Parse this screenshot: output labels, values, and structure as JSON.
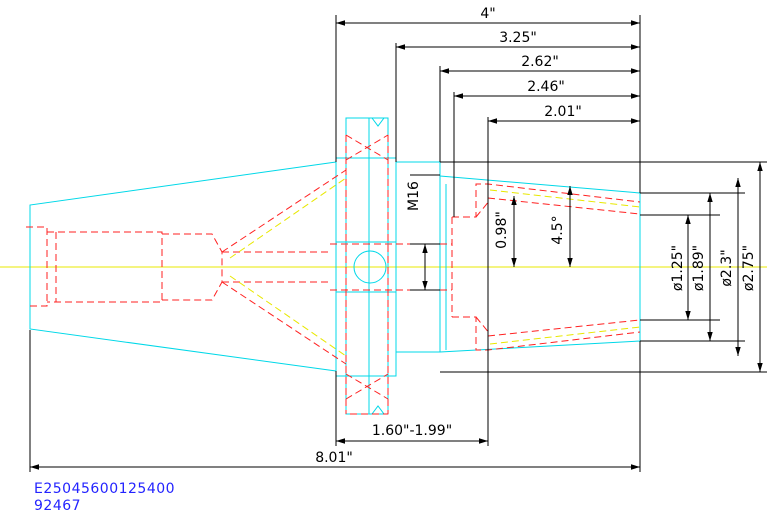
{
  "colors": {
    "outline": "#00d8e8",
    "hidden": "#ff2020",
    "centerline": "#e8e800",
    "dimension": "#000000",
    "code": "#2323ff"
  },
  "dimensions": {
    "overall_length": "4\"",
    "length_325": "3.25\"",
    "length_262": "2.62\"",
    "length_246": "2.46\"",
    "length_201": "2.01\"",
    "thread": "M16",
    "angle": "4.5°",
    "diam_098": "0.98\"",
    "diam_125": "ø1.25\"",
    "diam_189": "ø1.89\"",
    "diam_23": "ø2.3\"",
    "diam_275": "ø2.75\"",
    "range": "1.60\"-1.99\"",
    "total_length": "8.01\""
  },
  "part_codes": {
    "code1": "E25045600125400",
    "code2": "92467"
  }
}
